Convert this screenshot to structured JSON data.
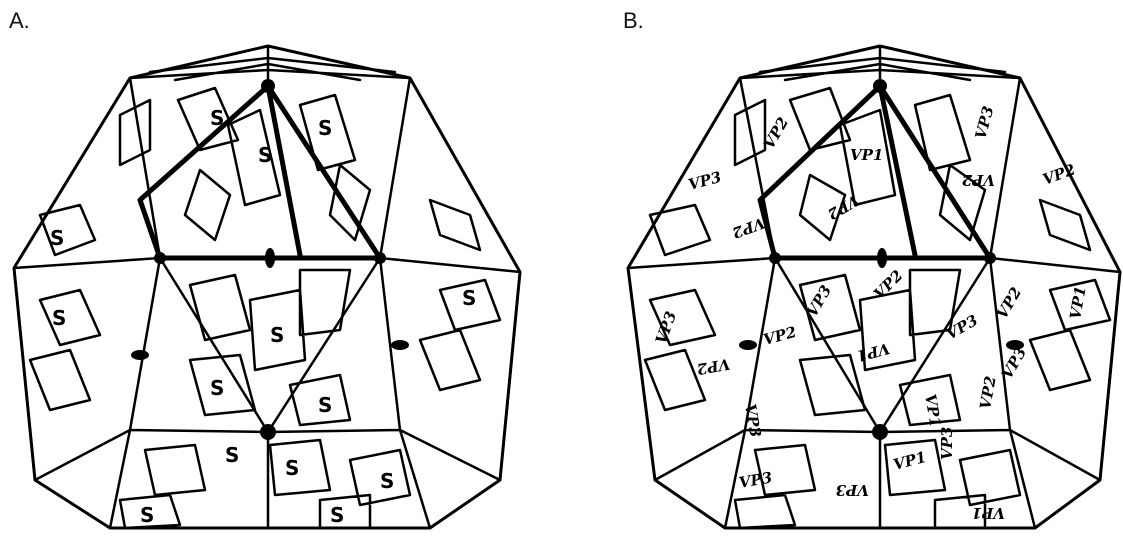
{
  "panels": [
    {
      "id": "A",
      "label": "A.",
      "subunit_letter": "S"
    },
    {
      "id": "B",
      "label": "B.",
      "subunit_labels": [
        "VP1",
        "VP2",
        "VP3"
      ]
    }
  ],
  "style": {
    "ink": "#000000",
    "paper": "#ffffff"
  }
}
